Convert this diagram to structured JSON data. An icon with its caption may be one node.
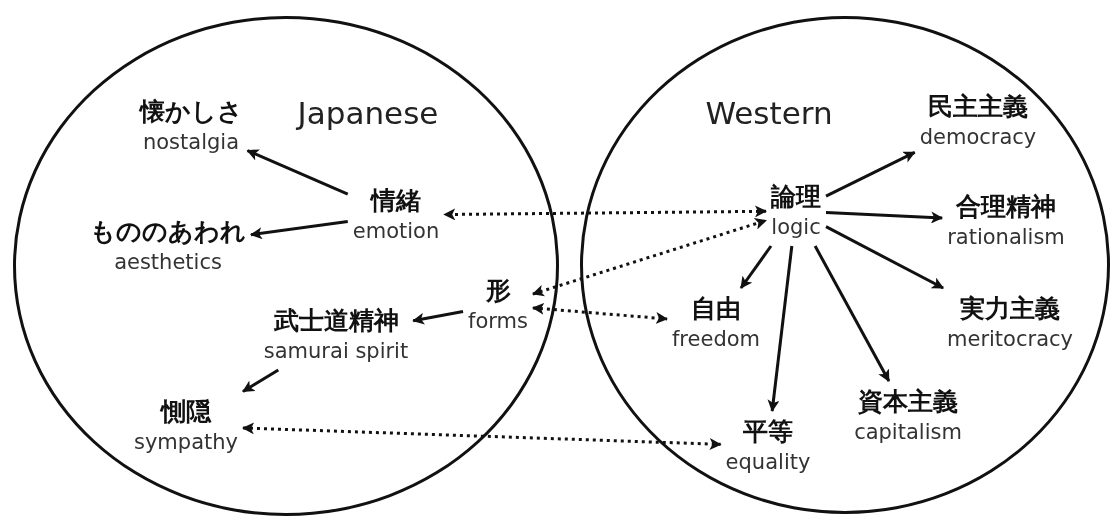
{
  "diagram": {
    "nodes": [
      {
        "text": [
          "Japanese"
        ]
      },
      {
        "text": [
          "Western"
        ]
      },
      {
        "text": [
          "懐かしさ",
          "nostalgia"
        ],
        "in": 0
      },
      {
        "text": [
          "情緒",
          "emotion"
        ],
        "in": 0
      },
      {
        "text": [
          "もののあわれ",
          "aesthetics"
        ],
        "in": 0
      },
      {
        "text": [
          "形",
          "forms"
        ],
        "in": 0
      },
      {
        "text": [
          "武士道精神",
          "samurai spirit"
        ],
        "in": 0
      },
      {
        "text": [
          "惻隠",
          "sympathy"
        ],
        "in": 0
      },
      {
        "text": [
          "民主主義",
          "democracy"
        ],
        "in": 1
      },
      {
        "text": [
          "論理",
          "logic"
        ],
        "in": 1
      },
      {
        "text": [
          "合理精神",
          "rationalism"
        ],
        "in": 1
      },
      {
        "text": [
          "自由",
          "freedom"
        ],
        "in": 1
      },
      {
        "text": [
          "実力主義",
          "meritocracy"
        ],
        "in": 1
      },
      {
        "text": [
          "資本主義",
          "capitalism"
        ],
        "in": 1
      },
      {
        "text": [
          "平等",
          "equality"
        ],
        "in": 1
      }
    ],
    "edges": [
      {
        "from": 3,
        "to": 2,
        "arrow": "to"
      },
      {
        "from": 3,
        "to": 4,
        "arrow": "to"
      },
      {
        "from": 9,
        "to": 3,
        "arrow": "both",
        "style": "dashed"
      },
      {
        "from": 5,
        "to": 9,
        "arrow": "both",
        "style": "dashed"
      },
      {
        "from": 5,
        "to": 11,
        "arrow": "both",
        "style": "dashed"
      },
      {
        "from": 5,
        "to": 6,
        "arrow": "to"
      },
      {
        "from": 6,
        "to": 7,
        "arrow": "to"
      },
      {
        "from": 7,
        "to": 14,
        "arrow": "both",
        "style": "dashed"
      },
      {
        "from": 9,
        "to": 8,
        "arrow": "to"
      },
      {
        "from": 9,
        "to": 10,
        "arrow": "to"
      },
      {
        "from": 9,
        "to": 11,
        "arrow": "to"
      },
      {
        "from": 9,
        "to": 14,
        "arrow": "to"
      },
      {
        "from": 9,
        "to": 13,
        "arrow": "to"
      },
      {
        "from": 9,
        "to": 12,
        "arrow": "to"
      }
    ]
  }
}
